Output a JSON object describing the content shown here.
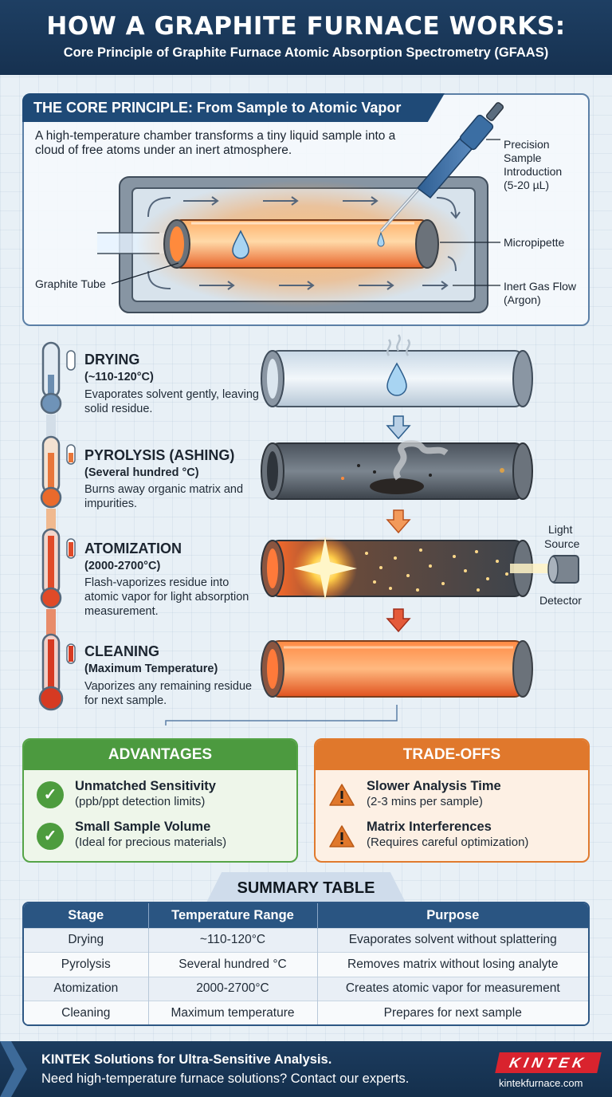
{
  "header": {
    "title": "HOW A GRAPHITE FURNACE WORKS:",
    "subtitle": "Core Principle of Graphite Furnace Atomic Absorption Spectrometry (GFAAS)"
  },
  "principle": {
    "heading": "THE CORE PRINCIPLE: From Sample to Atomic Vapor",
    "description": "A high-temperature chamber transforms a tiny liquid sample into a cloud of free atoms under an inert atmosphere.",
    "labels": {
      "sample_intro_1": "Precision",
      "sample_intro_2": "Sample",
      "sample_intro_3": "Introduction",
      "sample_intro_4": "(5-20 µL)",
      "micropipette": "Micropipette",
      "gas_1": "Inert Gas Flow",
      "gas_2": "(Argon)",
      "graphite_tube": "Graphite Tube"
    }
  },
  "stages": [
    {
      "title": "DRYING",
      "temp": "(~110-120°C)",
      "desc": "Evaporates solvent gently, leaving solid residue."
    },
    {
      "title": "PYROLYSIS (ASHING)",
      "temp": "(Several hundred °C)",
      "desc": "Burns away organic matrix and impurities."
    },
    {
      "title": "ATOMIZATION",
      "temp": "(2000-2700°C)",
      "desc": "Flash-vaporizes residue into atomic vapor for light absorption measurement."
    },
    {
      "title": "CLEANING",
      "temp": "(Maximum Temperature)",
      "desc": "Vaporizes any remaining residue for next sample."
    }
  ],
  "atomization_labels": {
    "light_1": "Light",
    "light_2": "Source",
    "detector": "Detector"
  },
  "advantages": {
    "heading": "ADVANTAGES",
    "items": [
      {
        "title": "Unmatched Sensitivity",
        "sub": "(ppb/ppt detection limits)"
      },
      {
        "title": "Small Sample Volume",
        "sub": "(Ideal for precious materials)"
      }
    ]
  },
  "tradeoffs": {
    "heading": "TRADE-OFFS",
    "items": [
      {
        "title": "Slower Analysis Time",
        "sub": "(2-3 mins per sample)"
      },
      {
        "title": "Matrix Interferences",
        "sub": "(Requires careful optimization)"
      }
    ]
  },
  "summary": {
    "heading": "SUMMARY TABLE",
    "columns": [
      "Stage",
      "Temperature Range",
      "Purpose"
    ],
    "rows": [
      [
        "Drying",
        "~110-120°C",
        "Evaporates solvent without splattering"
      ],
      [
        "Pyrolysis",
        "Several hundred °C",
        "Removes matrix without losing analyte"
      ],
      [
        "Atomization",
        "2000-2700°C",
        "Creates atomic vapor for measurement"
      ],
      [
        "Cleaning",
        "Maximum temperature",
        "Prepares for next sample"
      ]
    ]
  },
  "footer": {
    "line1": "KINTEK Solutions for Ultra-Sensitive Analysis.",
    "line2": "Need high-temperature furnace solutions? Contact our experts.",
    "logo": "KINTEK",
    "site": "kintekfurnace.com"
  },
  "colors": {
    "navy": "#1e3f63",
    "green": "#4c9a3f",
    "orange": "#e0782c",
    "red": "#d9232e"
  }
}
